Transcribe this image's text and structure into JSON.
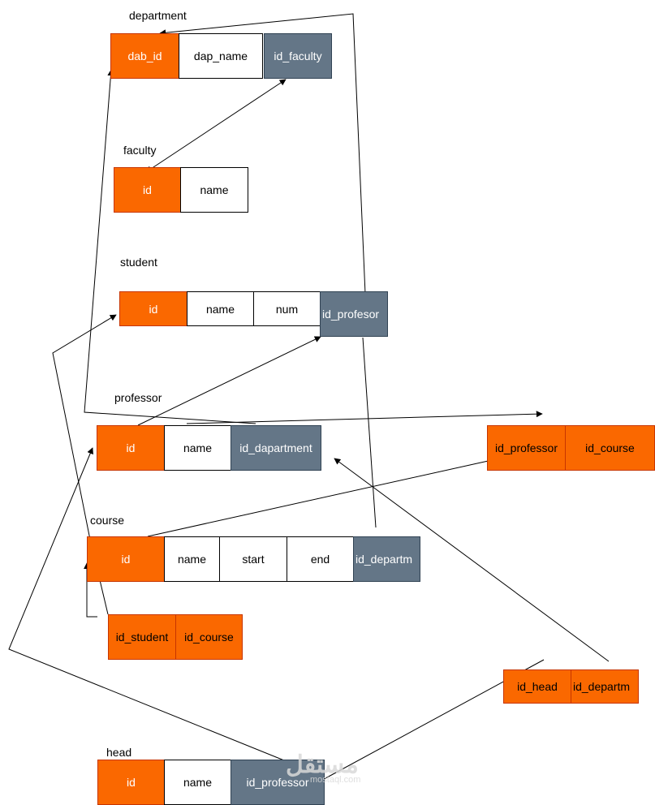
{
  "tables": {
    "department": {
      "label": "department",
      "cells": [
        "dab_id",
        "dap_name",
        "id_faculty"
      ]
    },
    "faculty": {
      "label": "faculty",
      "cells": [
        "id",
        "name"
      ]
    },
    "student": {
      "label": "student",
      "cells": [
        "id",
        "name",
        "num",
        "id_profesor"
      ]
    },
    "professor": {
      "label": "professor",
      "cells": [
        "id",
        "name",
        "id_dapartment"
      ]
    },
    "course": {
      "label": "course",
      "cells": [
        "id",
        "name",
        "start",
        "end",
        "id_departm"
      ]
    },
    "head": {
      "label": "head",
      "cells": [
        "id",
        "name",
        "id_professor"
      ]
    },
    "professor_course": {
      "cells": [
        "id_professor",
        "id_course"
      ]
    },
    "student_course": {
      "cells": [
        "id_student",
        "id_course"
      ]
    },
    "head_department": {
      "cells": [
        "id_head",
        "id_departm"
      ]
    }
  },
  "watermark": {
    "text": "مستقل",
    "sub": "mostaql.com"
  },
  "colors": {
    "primary_key": "#fa6800",
    "foreign_key": "#647687",
    "line": "#000000"
  }
}
